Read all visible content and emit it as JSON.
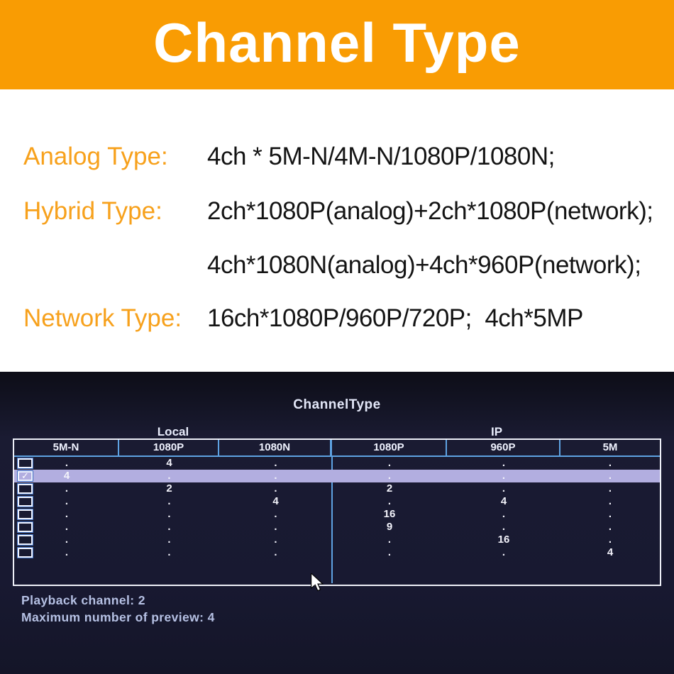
{
  "banner": {
    "title": "Channel Type",
    "bg_color": "#f99c03",
    "text_color": "#ffffff"
  },
  "specs": [
    {
      "label": "Analog Type:",
      "lines": [
        "4ch * 5M-N/4M-N/1080P/1080N;"
      ]
    },
    {
      "label": "Hybrid Type:",
      "lines": [
        "2ch*1080P(analog)+2ch*1080P(network);",
        "4ch*1080N(analog)+4ch*960P(network);"
      ]
    },
    {
      "label": "Network Type:",
      "lines": [
        "16ch*1080P/960P/720P;  4ch*5MP"
      ]
    }
  ],
  "label_color": "#f7a11c",
  "panel": {
    "title": "ChannelType",
    "bg_color": "#181931",
    "divider_color": "#5ea2e2",
    "highlight_color": "#b2aee0",
    "group_headers": [
      {
        "label": "Local"
      },
      {
        "label": "IP"
      }
    ],
    "columns": [
      "5M-N",
      "1080P",
      "1080N",
      "1080P",
      "960P",
      "5M"
    ],
    "rows": [
      {
        "checked": false,
        "highlighted": false,
        "cells": [
          ".",
          "4",
          ".",
          ".",
          ".",
          "."
        ]
      },
      {
        "checked": true,
        "highlighted": true,
        "cells": [
          "4",
          ".",
          ".",
          ".",
          ".",
          "."
        ]
      },
      {
        "checked": false,
        "highlighted": false,
        "cells": [
          ".",
          "2",
          ".",
          "2",
          ".",
          "."
        ]
      },
      {
        "checked": false,
        "highlighted": false,
        "cells": [
          ".",
          ".",
          "4",
          ".",
          "4",
          "."
        ]
      },
      {
        "checked": false,
        "highlighted": false,
        "cells": [
          ".",
          ".",
          ".",
          "16",
          ".",
          "."
        ]
      },
      {
        "checked": false,
        "highlighted": false,
        "cells": [
          ".",
          ".",
          ".",
          "9",
          ".",
          "."
        ]
      },
      {
        "checked": false,
        "highlighted": false,
        "cells": [
          ".",
          ".",
          ".",
          ".",
          "16",
          "."
        ]
      },
      {
        "checked": false,
        "highlighted": false,
        "cells": [
          ".",
          ".",
          ".",
          ".",
          ".",
          "4"
        ]
      }
    ],
    "footer": [
      "Playback channel: 2",
      "Maximum number of preview: 4"
    ]
  }
}
